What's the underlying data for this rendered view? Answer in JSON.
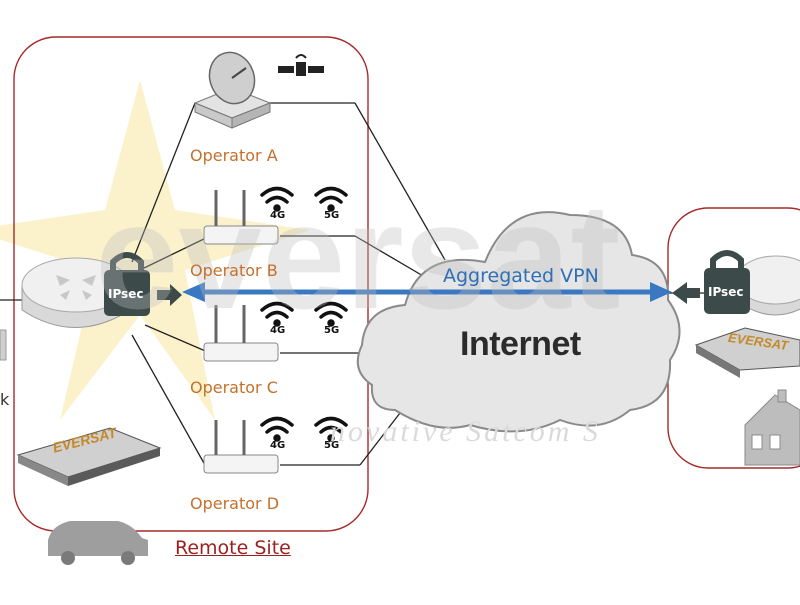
{
  "watermark": {
    "brand": "eversat",
    "tagline": "novative Satcom S"
  },
  "operators": [
    {
      "label": "Operator A"
    },
    {
      "label": "Operator B",
      "badges": [
        "4G",
        "5G"
      ]
    },
    {
      "label": "Operator C",
      "badges": [
        "4G",
        "5G"
      ]
    },
    {
      "label": "Operator D",
      "badges": [
        "4G",
        "5G"
      ]
    }
  ],
  "lock_label": "IPsec",
  "vpn_label": "Aggregated VPN",
  "internet_label": "Internet",
  "remote_site_label": "Remote Site",
  "device_brand": "EVERSAT",
  "left_edge_text": "k",
  "colors": {
    "site_border": "#a52a2a",
    "operator_text": "#c5702b",
    "vpn_arrow": "#3a78c2",
    "lock": "#3d4a4a"
  }
}
